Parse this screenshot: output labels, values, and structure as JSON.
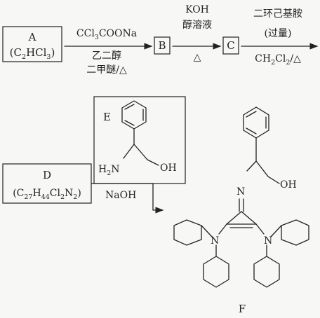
{
  "compound_a": {
    "letter": "A",
    "formula": [
      "C",
      "2",
      "HCl",
      "3"
    ]
  },
  "step1": {
    "reagent": [
      "CCl",
      "3",
      "COONa"
    ],
    "solvent": "乙二醇",
    "conditions": "二甲醚/△"
  },
  "compound_b": {
    "letter": "B"
  },
  "step2": {
    "reagent": "KOH",
    "solvent": "醇溶液",
    "conditions": "△"
  },
  "compound_c": {
    "letter": "C"
  },
  "step3": {
    "reagent": "二环己基胺",
    "amount": "(过量)",
    "conditions": [
      "CH",
      "2",
      "Cl",
      "2",
      "/△"
    ]
  },
  "compound_e": {
    "letter": "E",
    "nh2_label": [
      "H",
      "2",
      "N"
    ],
    "oh_label": "OH"
  },
  "compound_d": {
    "letter": "D",
    "formula": [
      "C",
      "27",
      "H",
      "44",
      "Cl",
      "2",
      "N",
      "2"
    ]
  },
  "step4": {
    "reagent": "NaOH"
  },
  "compound_f": {
    "letter": "F",
    "imine_n": "N",
    "oh_label": "OH",
    "amine_n_left": "N",
    "amine_n_right": "N"
  }
}
